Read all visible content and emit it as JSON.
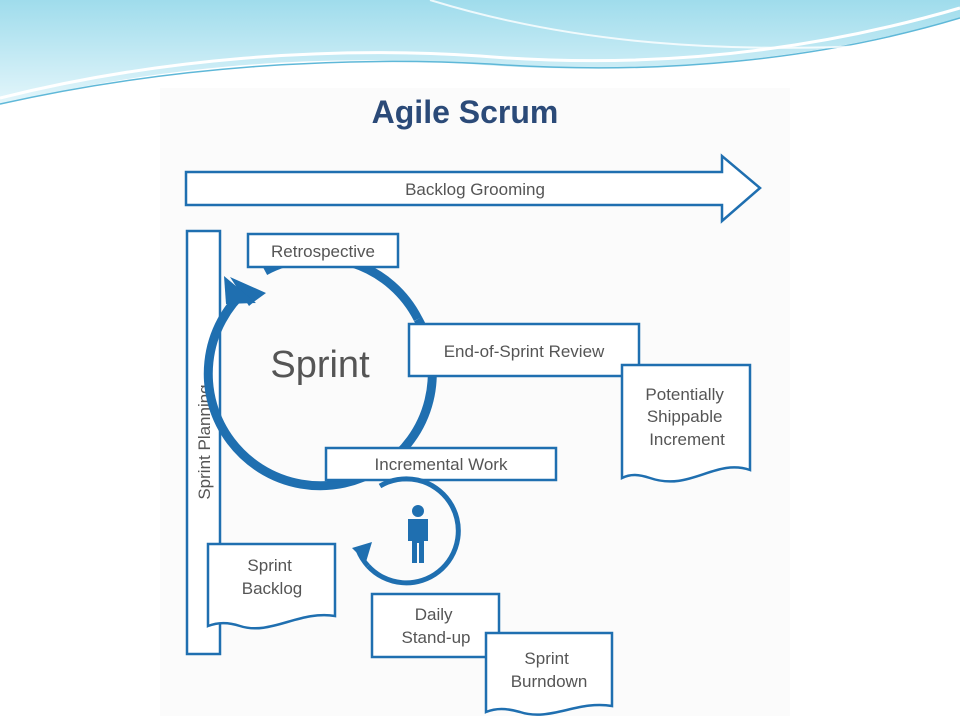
{
  "title": "Agile Scrum",
  "labels": {
    "backlog_grooming": "Backlog Grooming",
    "sprint_planning": "Sprint Planning",
    "retrospective": "Retrospective",
    "sprint": "Sprint",
    "end_of_sprint_review": "End-of-Sprint Review",
    "potentially_shippable_increment": [
      "Potentially",
      "Shippable",
      "Increment"
    ],
    "incremental_work": "Incremental Work",
    "sprint_backlog": [
      "Sprint",
      "Backlog"
    ],
    "daily_standup": [
      "Daily",
      "Stand-up"
    ],
    "sprint_burndown": [
      "Sprint",
      "Burndown"
    ]
  },
  "colors": {
    "title": "#2b4a78",
    "cycle_blue": "#1f6fb0",
    "outline": "#1f6fb0",
    "label_text": "#555555",
    "header_teal": "#bfe8f3"
  },
  "icons": {
    "person": "person-icon"
  }
}
